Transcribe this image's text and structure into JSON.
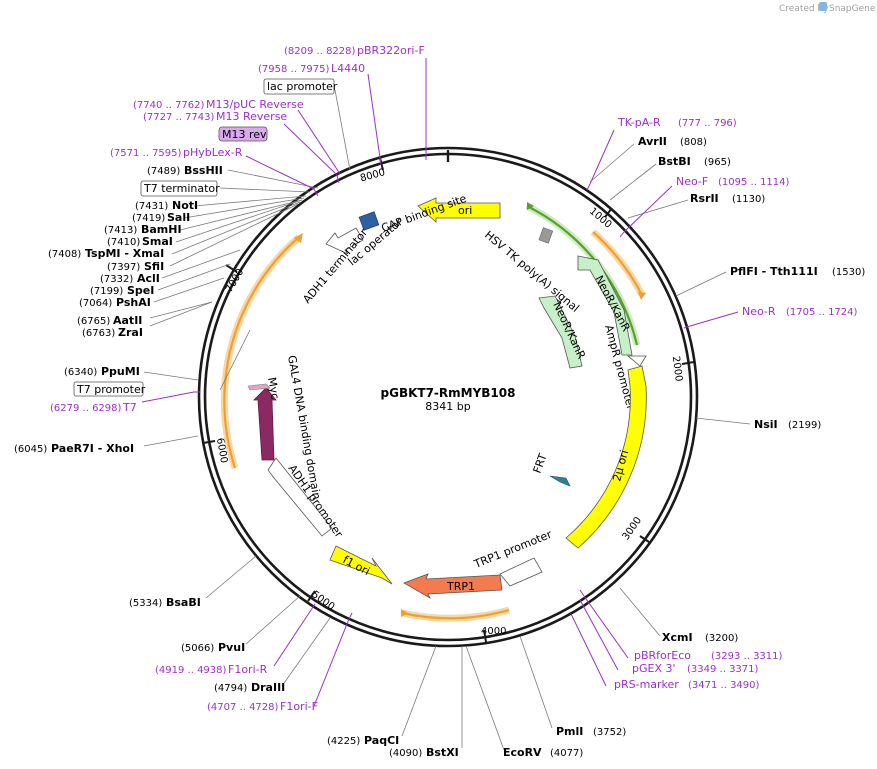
{
  "plasmid": {
    "name": "pGBKT7-RmMYB108",
    "length_label": "8341 bp"
  },
  "credit": {
    "prefix": "Created by",
    "brand": "SnapGene"
  },
  "ticks": [
    "1000",
    "2000",
    "3000",
    "4000",
    "5000",
    "6000",
    "7000",
    "8000"
  ],
  "enzymes": [
    {
      "name": "AvrII",
      "pos": "(808)"
    },
    {
      "name": "BstBI",
      "pos": "(965)"
    },
    {
      "name": "RsrII",
      "pos": "(1130)"
    },
    {
      "name": "PflFI - Tth111I",
      "pos": "(1530)"
    },
    {
      "name": "NsiI",
      "pos": "(2199)"
    },
    {
      "name": "XcmI",
      "pos": "(3200)"
    },
    {
      "name": "PmlI",
      "pos": "(3752)"
    },
    {
      "name": "EcoRV",
      "pos": "(4077)"
    },
    {
      "name": "BstXI",
      "pos": "(4090)"
    },
    {
      "name": "PaqCI",
      "pos": "(4225)"
    },
    {
      "name": "DraIII",
      "pos": "(4794)"
    },
    {
      "name": "PvuI",
      "pos": "(5066)"
    },
    {
      "name": "BsaBI",
      "pos": "(5334)"
    },
    {
      "name": "PaeR7I - XhoI",
      "pos": "(6045)"
    },
    {
      "name": "PpuMI",
      "pos": "(6340)"
    },
    {
      "name": "ZraI",
      "pos": "(6763)"
    },
    {
      "name": "AatII",
      "pos": "(6765)"
    },
    {
      "name": "PshAI",
      "pos": "(7064)"
    },
    {
      "name": "SpeI",
      "pos": "(7199)"
    },
    {
      "name": "AclI",
      "pos": "(7332)"
    },
    {
      "name": "SfiI",
      "pos": "(7397)"
    },
    {
      "name": "SmaI",
      "pos": "(7410)"
    },
    {
      "name": "BamHI",
      "pos": "(7413)"
    },
    {
      "name": "SalI",
      "pos": "(7419)"
    },
    {
      "name": "NotI",
      "pos": "(7431)"
    },
    {
      "name": "BssHII",
      "pos": "(7489)"
    },
    {
      "name": "TspMI - XmaI",
      "pos": "(7408)"
    }
  ],
  "primers": [
    {
      "name": "pBR322ori-F",
      "range": "(8209 .. 8228)"
    },
    {
      "name": "L4440",
      "range": "(7958 .. 7975)"
    },
    {
      "name": "M13/pUC Reverse",
      "range": "(7740 .. 7762)"
    },
    {
      "name": "M13 Reverse",
      "range": "(7727 .. 7743)"
    },
    {
      "name": "pHybLex-R",
      "range": "(7571 .. 7595)"
    },
    {
      "name": "TK-pA-R",
      "range": "(777 .. 796)"
    },
    {
      "name": "Neo-F",
      "range": "(1095 .. 1114)"
    },
    {
      "name": "Neo-R",
      "range": "(1705 .. 1724)"
    },
    {
      "name": "pBRforEco",
      "range": "(3293 .. 3311)"
    },
    {
      "name": "pGEX 3'",
      "range": "(3349 .. 3371)"
    },
    {
      "name": "pRS-marker",
      "range": "(3471 .. 3490)"
    },
    {
      "name": "F1ori-R",
      "range": "(4919 .. 4938)"
    },
    {
      "name": "F1ori-F",
      "range": "(4707 .. 4728)"
    },
    {
      "name": "T7",
      "range": "(6279 .. 6298)"
    }
  ],
  "boxed_labels": [
    "lac promoter",
    "M13 rev",
    "T7 terminator",
    "T7 promoter"
  ],
  "features": {
    "ori": "ori",
    "cap": "CAP binding site",
    "lacop": "lac operator",
    "adh1term": "ADH1 terminator",
    "hsv": "HSV TK poly(A) signal",
    "neo1": "NeoR/KanR",
    "neo2": "NeoR/KanR",
    "ampp": "AmpR promoter",
    "twomu": "2μ ori",
    "frt": "FRT",
    "trp1p": "TRP1 promoter",
    "trp1": "TRP1",
    "f1": "f1 ori",
    "adh1p": "ADH1 promoter",
    "gal4": "GAL4 DNA binding domain",
    "myc": "Myc"
  },
  "colors": {
    "backbone": "#1a1a1a",
    "primer": "#9b30c8",
    "ori": "#ffff00",
    "neo": "#c8f0c8",
    "trp1": "#f47b50",
    "gal4": "#8b2a62",
    "orange_arc": "#f0a030",
    "green_arc": "#5aa02c",
    "frt": "#2e7f9a"
  }
}
